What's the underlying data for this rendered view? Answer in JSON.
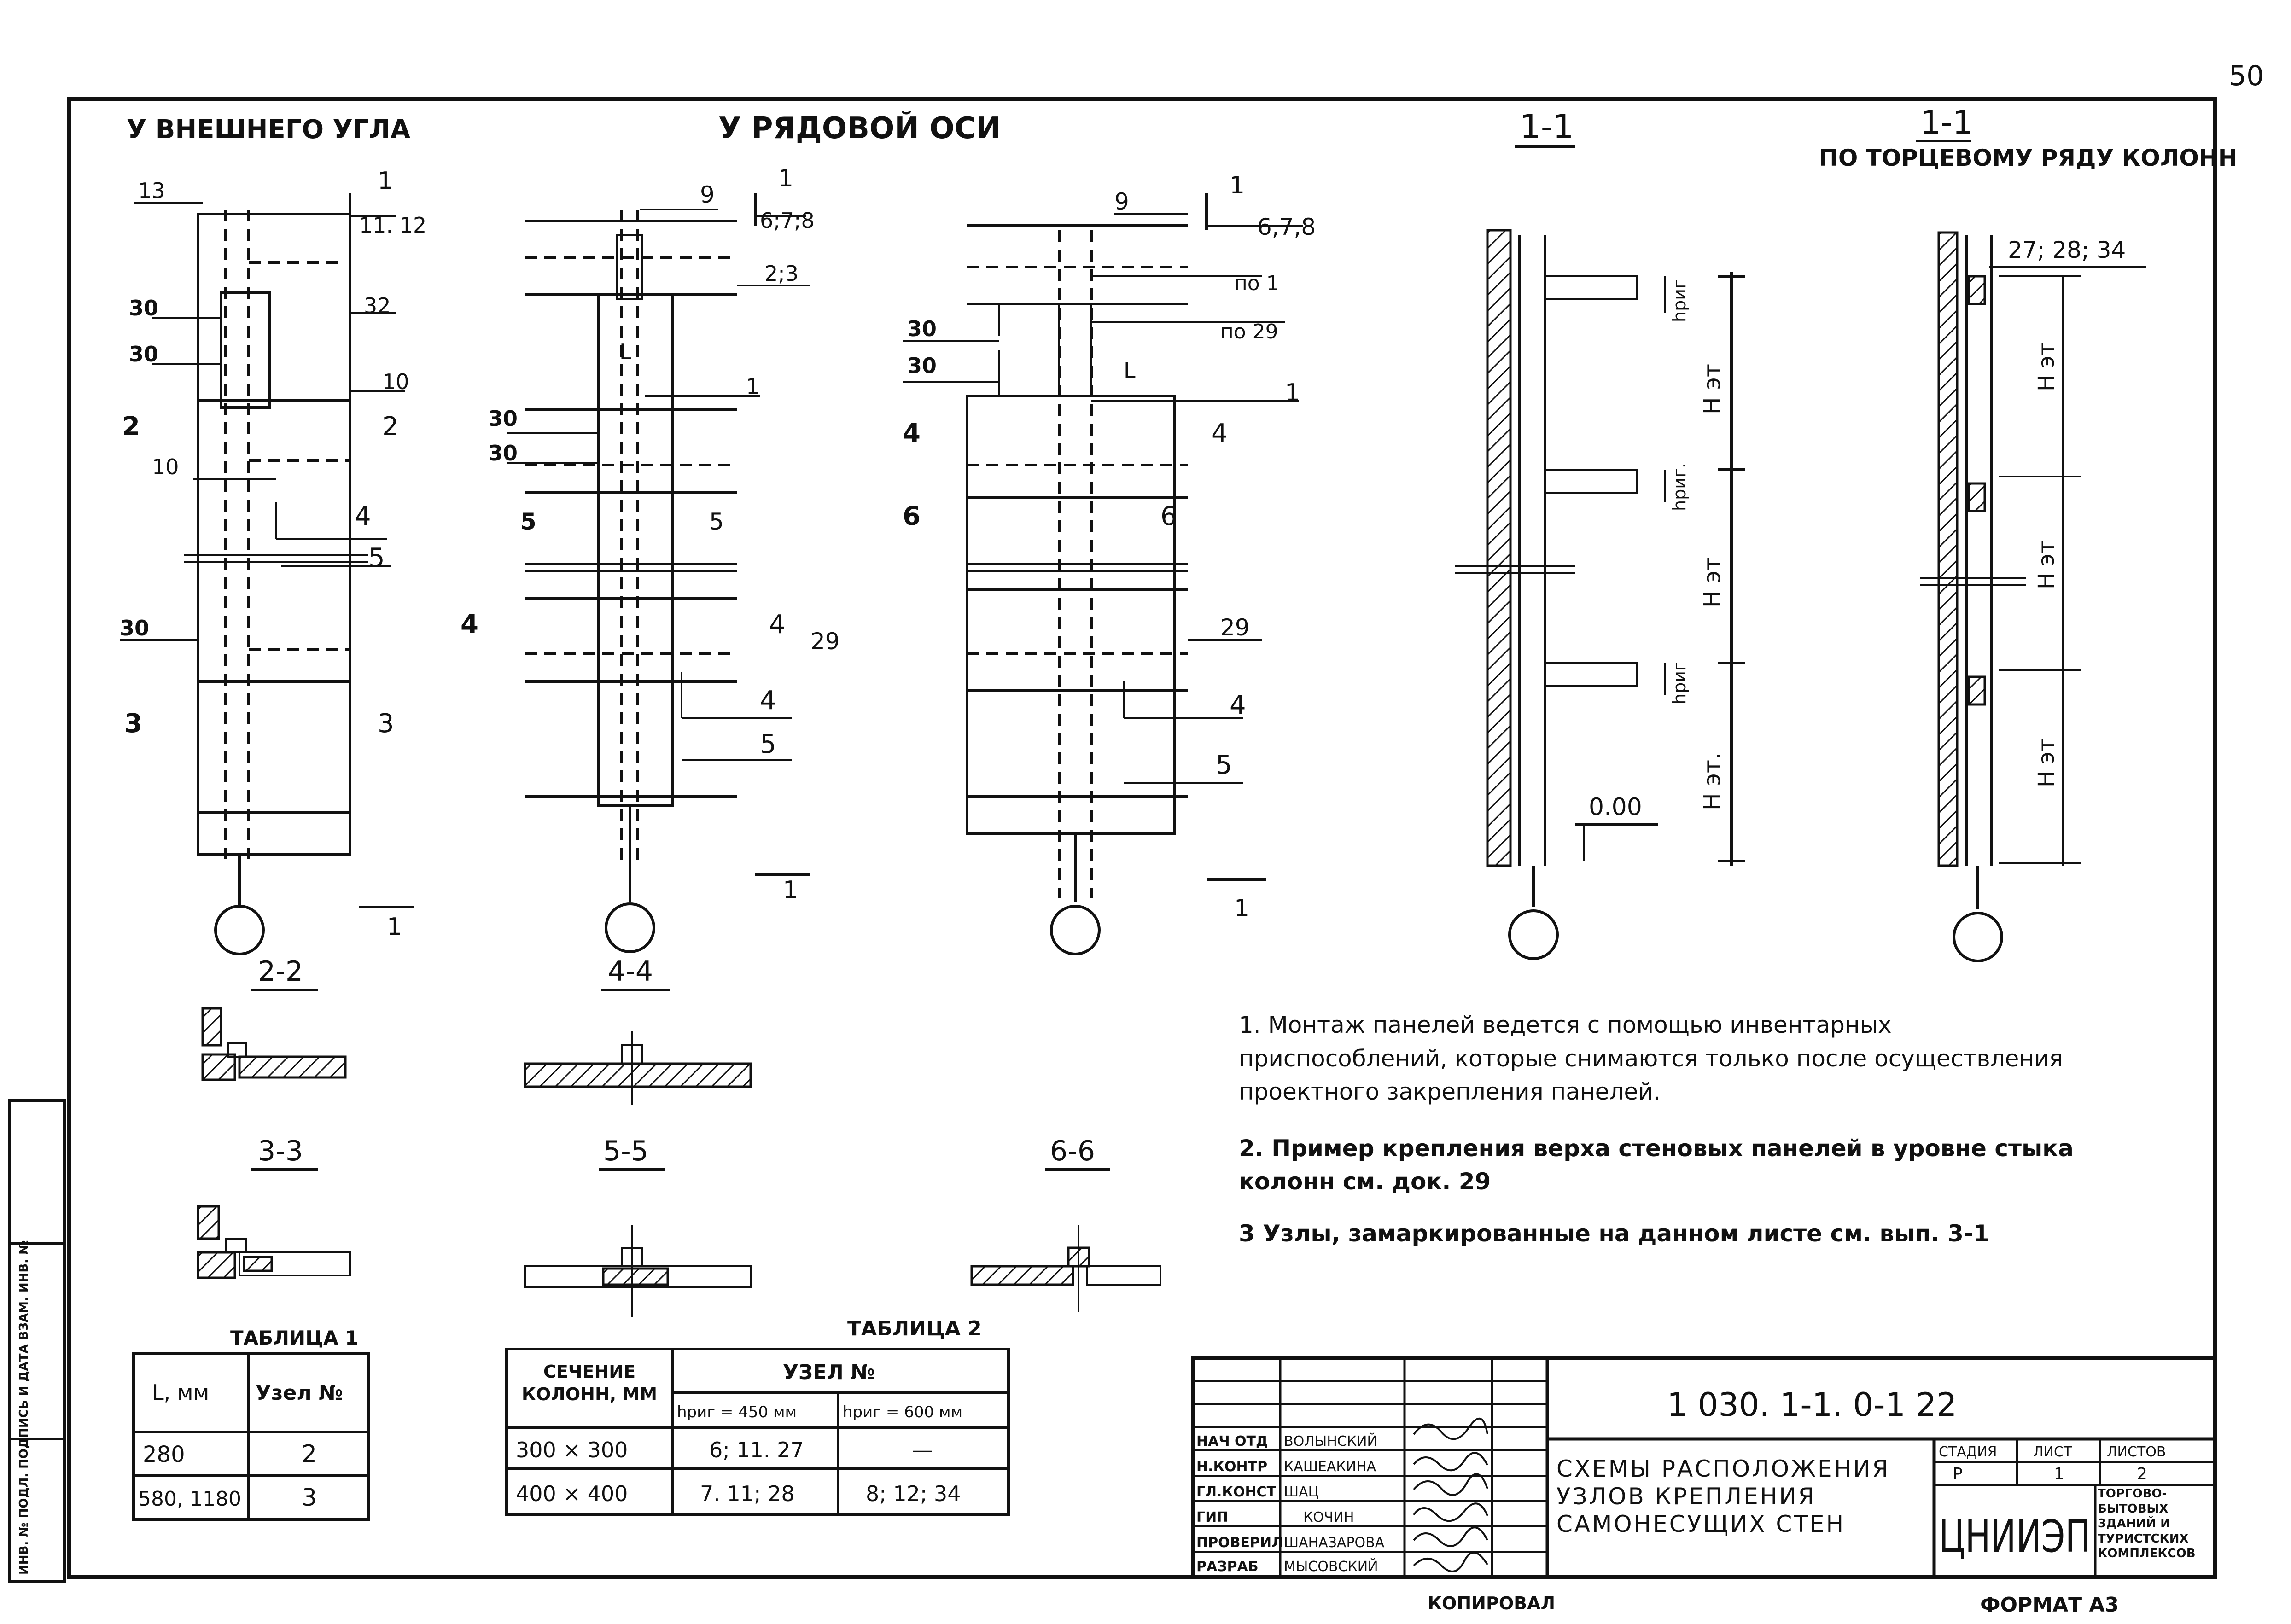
{
  "page_number": "50",
  "headers": {
    "outer_corner": "У ВНЕШНЕГО УГЛА",
    "row_axis": "У РЯДОВОЙ ОСИ",
    "section_1": "1-1",
    "section_1_end": "1-1",
    "section_1_end_sub": "ПО ТОРЦЕВОМУ РЯДУ КОЛОНН"
  },
  "node_marks": {
    "a": [
      "13",
      "1",
      "11. 12",
      "30",
      "32",
      "30",
      "10",
      "2",
      "2",
      "10",
      "4",
      "5",
      "30",
      "3",
      "3",
      "1"
    ],
    "b": [
      "9",
      "1",
      "6;7;8",
      "2;3",
      "L",
      "1",
      "30",
      "30",
      "5",
      "5",
      "4",
      "4",
      "29",
      "4",
      "5",
      "1"
    ],
    "c": [
      "9",
      "1",
      "6,7,8",
      "по 1",
      "по 29",
      "30",
      "30",
      "L",
      "1",
      "4",
      "4",
      "6",
      "6",
      "29",
      "4",
      "5",
      "1"
    ],
    "d": [
      "hриг",
      "hриг.",
      "hриг",
      "Н эт",
      "Н эт",
      "Н эт.",
      "0.00"
    ],
    "e": [
      "27; 28; 34",
      "Н эт",
      "Н эт",
      "Н эт"
    ]
  },
  "section_labels": {
    "s22": "2-2",
    "s33": "3-3",
    "s44": "4-4",
    "s55": "5-5",
    "s66": "6-6"
  },
  "notes": [
    "1. Монтаж панелей ведется с помощью инвентарных приспособлений, которые снимаются только после осуществления проектного закрепления панелей.",
    "2. Пример крепления верха стеновых панелей в уровне стыка колонн см. док. 29",
    "3 Узлы, замаркированные на данном листе см. вып. 3-1"
  ],
  "table1": {
    "title": "ТАБЛИЦА 1",
    "headers": [
      "L, мм",
      "Узел №"
    ],
    "rows": [
      [
        "280",
        "2"
      ],
      [
        "580, 1180",
        "3"
      ]
    ]
  },
  "table2": {
    "title": "ТАБЛИЦА 2",
    "header_col": "СЕЧЕНИЕ КОЛОНН, ММ",
    "header_group": "УЗЕЛ №",
    "subheaders": [
      "hриг = 450 мм",
      "hриг = 600 мм"
    ],
    "rows": [
      [
        "300 × 300",
        "6; 11. 27",
        "—"
      ],
      [
        "400 × 400",
        "7. 11; 28",
        "8; 12; 34"
      ]
    ]
  },
  "title_block": {
    "doc_code": "1 030. 1-1. 0-1   22",
    "roles": [
      "НАЧ ОТД",
      "Н.КОНТР",
      "ГЛ.КОНСТ",
      "ГИП",
      "ПРОВЕРИЛ",
      "РАЗРАБ"
    ],
    "names": [
      "ВОЛЫНСКИЙ",
      "КАШЕАКИНА",
      "ШАЦ",
      "КОЧИН",
      "ШАНАЗАРОВА",
      "МЫСОВСКИЙ"
    ],
    "title": "СХЕМЫ РАСПОЛОЖЕНИЯ УЗЛОВ КРЕПЛЕНИЯ САМОНЕСУЩИХ СТЕН",
    "stage_h": "СТАДИЯ",
    "sheet_h": "ЛИСТ",
    "sheets_h": "ЛИСТОВ",
    "stage": "Р",
    "sheet": "1",
    "sheets": "2",
    "org": "ЦНИИЭП",
    "org_sub": "ТОРГОВО-БЫТОВЫХ ЗДАНИЙ И ТУРИСТСКИХ КОМПЛЕКСОВ"
  },
  "footer": {
    "copied": "КОПИРОВАЛ",
    "format": "ФОРМАТ А3"
  },
  "side_stamp": "ИНВ. № ПОДЛ.   ПОДПИСЬ И ДАТА   ВЗАМ. ИНВ. №"
}
